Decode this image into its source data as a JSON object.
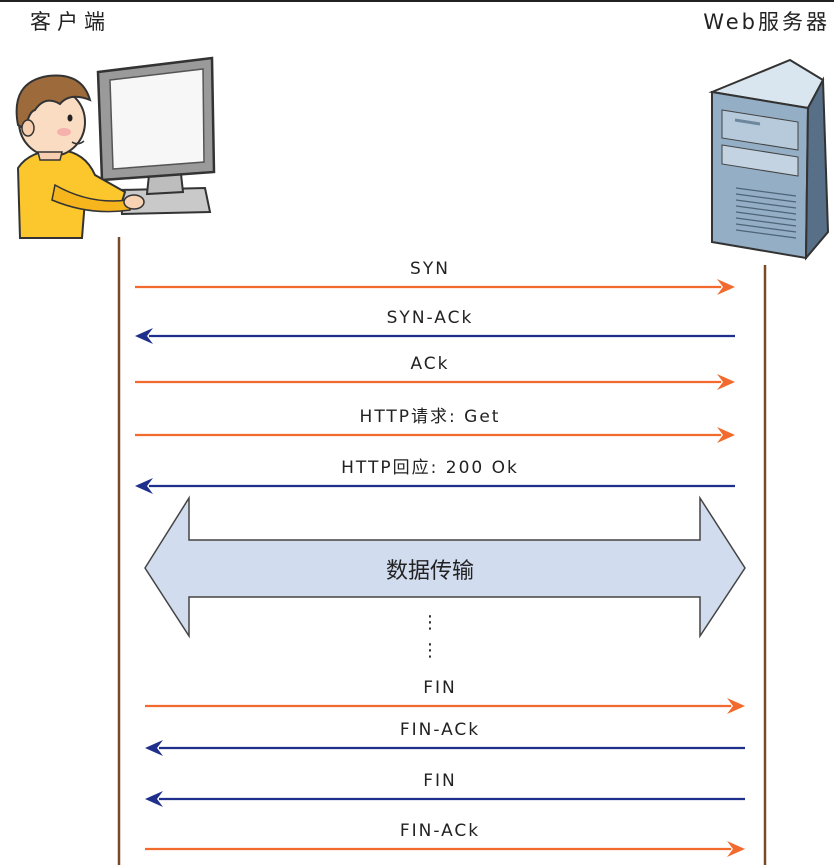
{
  "header": {
    "client_label": "客户端",
    "server_label": "Web服务器"
  },
  "colors": {
    "request_arrow": "#f26a2e",
    "response_arrow": "#1f2f8c",
    "lifeline": "#7a4a28",
    "transfer_fill": "#d2dcef",
    "text": "#222222"
  },
  "messages": [
    {
      "label": "SYN",
      "direction": "to-server",
      "group": "handshake"
    },
    {
      "label": "SYN-ACk",
      "direction": "to-client",
      "group": "handshake"
    },
    {
      "label": "ACk",
      "direction": "to-server",
      "group": "handshake"
    },
    {
      "label": "HTTP请求: Get",
      "direction": "to-server",
      "group": "handshake"
    },
    {
      "label": "HTTP回应: 200 Ok",
      "direction": "to-client",
      "group": "handshake"
    },
    {
      "label": "FIN",
      "direction": "to-server",
      "group": "teardown"
    },
    {
      "label": "FIN-ACk",
      "direction": "to-client",
      "group": "teardown"
    },
    {
      "label": "FIN",
      "direction": "to-client",
      "group": "teardown"
    },
    {
      "label": "FIN-ACk",
      "direction": "to-server",
      "group": "teardown"
    }
  ],
  "transfer": {
    "label": "数据传输",
    "ellipsis": "⋮",
    "direction": "bidirectional"
  },
  "icons": {
    "client": "person-at-computer-icon",
    "server": "server-tower-icon"
  }
}
